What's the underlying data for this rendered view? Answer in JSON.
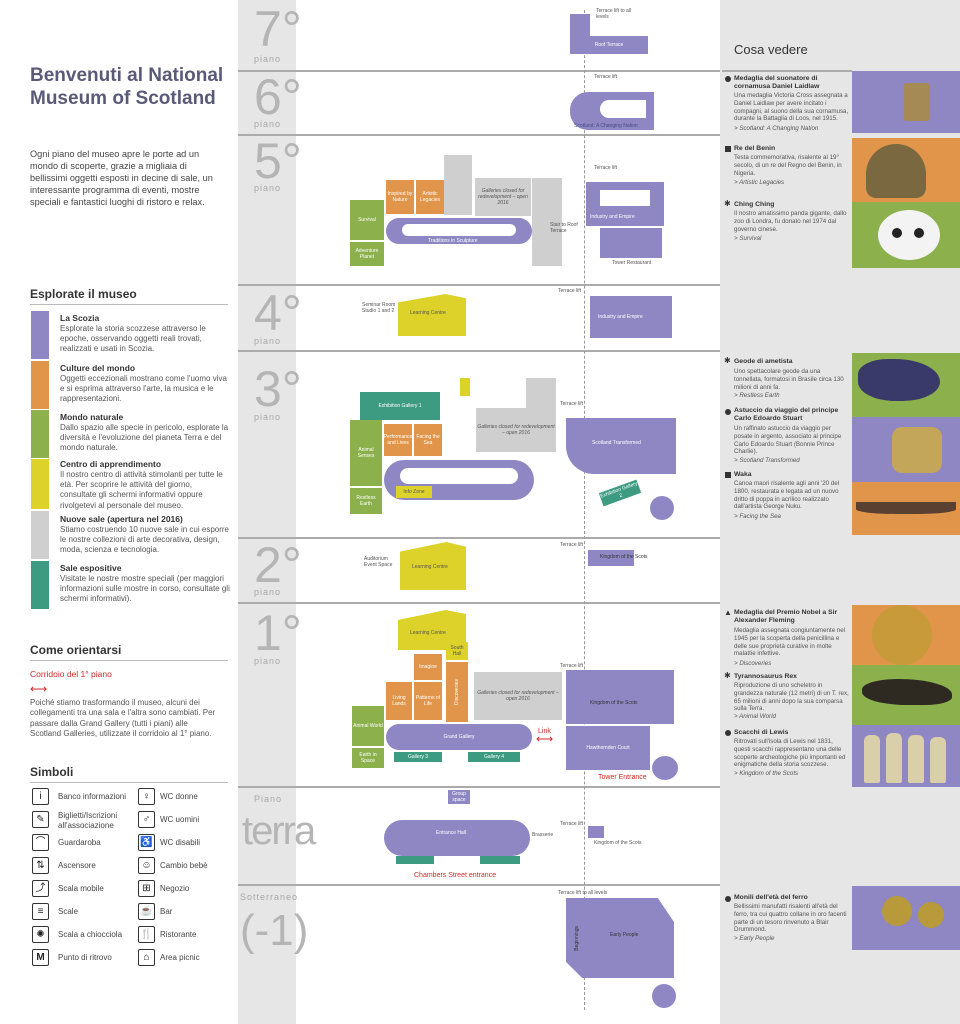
{
  "left": {
    "title": "Benvenuti al National Museum of Scotland",
    "intro": "Ogni piano del museo apre le porte ad un mondo di scoperte, grazie a migliaia di bellissimi oggetti esposti in decine di sale, un interessante programma di eventi, mostre speciali e fantastici luoghi di ristoro e relax.",
    "explore_heading": "Esplorate il museo",
    "legend": [
      {
        "title": "La Scozia",
        "text": "Esplorate la storia scozzese attraverso le epoche, osservando oggetti reali trovati, realizzati e usati in Scozia.",
        "color": "#8e87c3"
      },
      {
        "title": "Culture del mondo",
        "text": "Oggetti eccezionali mostrano come l'uomo viva e si esprima attraverso l'arte, la musica e le rappresentazioni.",
        "color": "#e0954a"
      },
      {
        "title": "Mondo naturale",
        "text": "Dallo spazio alle specie in pericolo, esplorate la diversità e l'evoluzione del pianeta Terra e del mondo naturale.",
        "color": "#8bb04c"
      },
      {
        "title": "Centro di apprendimento",
        "text": "Il nostro centro di attività stimolanti per tutte le età. Per scoprire le attività del giorno, consultate gli schermi informativi oppure rivolgetevi al personale del museo.",
        "color": "#ddd22a"
      },
      {
        "title": "Nuove sale (apertura nel 2016)",
        "text": "Stiamo costruendo 10 nuove sale in cui esporre le nostre collezioni di arte decorativa, design, moda, scienza e tecnologia.",
        "color": "#cfcfcf"
      },
      {
        "title": "Sale espositive",
        "text": "Visitate le nostre mostre speciali (per maggiori informazioni sulle mostre in corso, consultate gli schermi informativi).",
        "color": "#3d9b82"
      }
    ],
    "orient_heading": "Come orientarsi",
    "corridor_label": "Corridoio del 1° piano",
    "corridor_text": "Poiché stiamo trasformando il museo, alcuni dei collegamenti tra una sala e l'altra sono cambiati. Per passare dalla Grand Gallery (tutti i piani) alle Scotland Galleries, utilizzate il corridoio al 1° piano.",
    "symbols_heading": "Simboli",
    "symbols_left": [
      {
        "glyph": "i",
        "label": "Banco informazioni"
      },
      {
        "glyph": "✎",
        "label": "Biglietti/Iscrizioni all'associazione"
      },
      {
        "glyph": "⌒",
        "label": "Guardaroba"
      },
      {
        "glyph": "⇅",
        "label": "Ascensore"
      },
      {
        "glyph": "⤴",
        "label": "Scala mobile"
      },
      {
        "glyph": "≡",
        "label": "Scale"
      },
      {
        "glyph": "✺",
        "label": "Scala a chiocciola"
      },
      {
        "glyph": "M",
        "label": "Punto di ritrovo"
      }
    ],
    "symbols_right": [
      {
        "glyph": "♀",
        "label": "WC donne"
      },
      {
        "glyph": "♂",
        "label": "WC uomini"
      },
      {
        "glyph": "♿",
        "label": "WC disabili"
      },
      {
        "glyph": "☺",
        "label": "Cambio bebè"
      },
      {
        "glyph": "⊞",
        "label": "Negozio"
      },
      {
        "glyph": "☕",
        "label": "Bar"
      },
      {
        "glyph": "🍴",
        "label": "Ristorante"
      },
      {
        "glyph": "⌂",
        "label": "Area picnic"
      }
    ]
  },
  "floors": [
    {
      "num": "7°",
      "label": "piano"
    },
    {
      "num": "6°",
      "label": "piano"
    },
    {
      "num": "5°",
      "label": "piano"
    },
    {
      "num": "4°",
      "label": "piano"
    },
    {
      "num": "3°",
      "label": "piano"
    },
    {
      "num": "2°",
      "label": "piano"
    },
    {
      "num": "1°",
      "label": "piano"
    },
    {
      "num": "terra",
      "label": "Piano"
    },
    {
      "num": "(-1)",
      "label": "Sotterraneo"
    }
  ],
  "map": {
    "terrace_lift_all": "Terrace lift to all levels",
    "terrace_lift": "Terrace lift",
    "roof_terrace": "Roof Terrace",
    "scotland_changing": "Scotland: A Changing Nation",
    "inspired_nature": "Inspired by Nature",
    "artistic_legacies": "Artistic Legacies",
    "galleries_closed": "Galleries closed for redevelopment – open 2016",
    "survival": "Survival",
    "adventure_planet": "Adventure Planet",
    "traditions_sculpture": "Traditions in Sculpture",
    "stair_roof": "Stair to Roof Terrace",
    "industry_empire": "Industry and Empire",
    "tower_restaurant": "Tower Restaurant",
    "seminar_room": "Seminar Room Studio 1 and 2",
    "learning_centre": "Learning Centre",
    "exhibition_gallery1": "Exhibition Gallery 1",
    "performance_lives": "Performance and Lives",
    "facing_sea": "Facing the Sea",
    "animal_senses": "Animal Senses",
    "restless_earth": "Restless Earth",
    "info_zone": "Info Zone",
    "scotland_transformed": "Scotland Transformed",
    "exhibition_gallery2": "Exhibition Gallery 2",
    "auditorium": "Auditorium Event Space",
    "kingdom_scots": "Kingdom of the Scots",
    "south_hall": "South Hall",
    "imagine": "Imagine",
    "discoveries": "Discoveries",
    "living_lands": "Living Lands",
    "patterns_life": "Patterns of Life",
    "animal_world": "Animal World",
    "grand_gallery": "Grand Gallery",
    "earth_space": "Earth in Space",
    "gallery3": "Gallery 3",
    "gallery4": "Gallery 4",
    "link": "Link",
    "hawthornden": "Hawthornden Court",
    "tower_entrance": "Tower Entrance",
    "group_space": "Group space",
    "entrance_hall": "Entrance Hall",
    "brasserie": "Brasserie",
    "chambers_entrance": "Chambers Street entrance",
    "early_people": "Early People",
    "beginnings": "Beginnings"
  },
  "right": {
    "heading": "Cosa vedere",
    "items": [
      {
        "title": "Medaglia del suonatore di cornamusa Daniel Laidlaw",
        "text": "Una medaglia Victoria Cross assegnata a Daniel Laidlaw per avere incitato i compagni, al suono della sua cornamusa, durante la Battaglia di Loos, nel 1915.",
        "link": "> Scotland: A Changing Nation",
        "bullet": "circle"
      },
      {
        "title": "Re del Benin",
        "text": "Testa commemorativa, risalente al 19° secolo, di un re del Regno del Benin, in Nigeria.",
        "link": "> Artistic Legacies",
        "bullet": "square"
      },
      {
        "title": "Ching Ching",
        "text": "Il nostro amatissimo panda gigante, dallo zoo di Londra, fu donato nel 1974 dal governo cinese.",
        "link": "> Survival",
        "bullet": "star"
      },
      {
        "title": "Geode di ametista",
        "text": "Uno spettacolare geode da una tonnellata, formatosi in Brasile circa 130 milioni di anni fa.",
        "link": "> Restless Earth",
        "bullet": "star"
      },
      {
        "title": "Astuccio da viaggio del principe Carlo Edoardo Stuart",
        "text": "Un raffinato astuccio da viaggio per posate in argento, associato al principe Carlo Edoardo Stuart (Bonnie Prince Charlie).",
        "link": "> Scotland Transformed",
        "bullet": "circle"
      },
      {
        "title": "Waka",
        "text": "Canoa maori risalente agli anni '20 del 1800, restaurata e legata ad un nuovo dritto di poppa in acrilico realizzato dall'artista George Nuku.",
        "link": "> Facing the Sea",
        "bullet": "square"
      },
      {
        "title": "Medaglia del Premio Nobel a Sir Alexander Fleming",
        "text": "Medaglia assegnata congiuntamente nel 1945 per la scoperta della penicillina e delle sue proprietà curative in molte malattie infettive.",
        "link": "> Discoveries",
        "bullet": "triangle"
      },
      {
        "title": "Tyrannosaurus Rex",
        "text": "Riproduzione di uno scheletro in grandezza naturale (12 metri) di un T. rex, 65 milioni di anni dopo la sua comparsa sulla Terra.",
        "link": "> Animal World",
        "bullet": "star"
      },
      {
        "title": "Scacchi di Lewis",
        "text": "Ritrovati sull'isola di Lewis nel 1831, questi scacchi rappresentano una delle scoperte archeologiche più importanti ed enigmatiche della storia scozzese.",
        "link": "> Kingdom of the Scots",
        "bullet": "circle"
      },
      {
        "title": "Monili dell'età del ferro",
        "text": "Bellissimi manufatti risalenti all'età del ferro, tra cui quattro collane in oro facenti parte di un tesoro rinvenuto a Blair Drummond.",
        "link": "> Early People",
        "bullet": "circle"
      }
    ]
  }
}
